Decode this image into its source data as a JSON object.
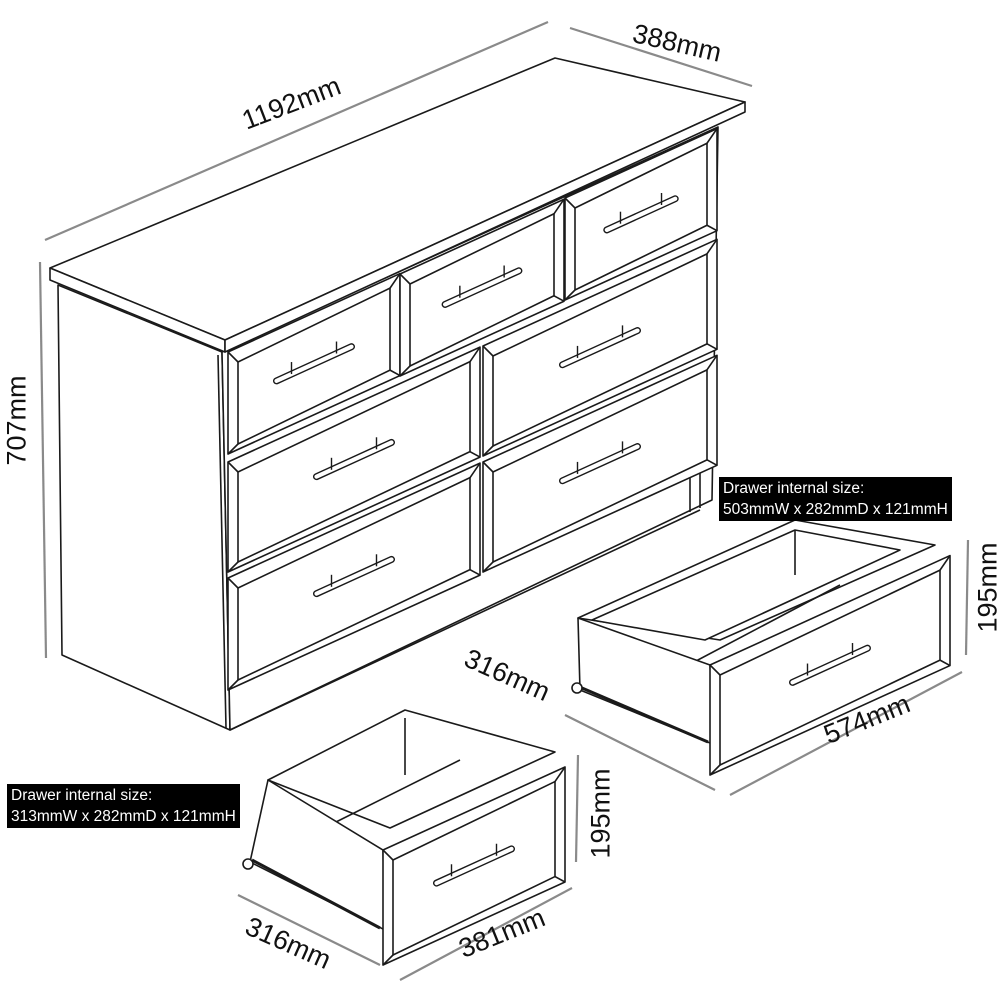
{
  "dimensions": {
    "width": "1192mm",
    "depth": "388mm",
    "height": "707mm",
    "large_drawer_height": "195mm",
    "large_drawer_depth": "316mm",
    "large_drawer_width": "574mm",
    "small_drawer_height": "195mm",
    "small_drawer_depth": "316mm",
    "small_drawer_width": "381mm"
  },
  "large_drawer_info": {
    "line1": "Drawer internal size:",
    "line2": "503mmW x 282mmD x 121mmH"
  },
  "small_drawer_info": {
    "line1": "Drawer internal size:",
    "line2": "313mmW x 282mmD x 121mmH"
  },
  "colors": {
    "line": "#1a1a1a",
    "dimension_line": "#8a8a8a"
  }
}
